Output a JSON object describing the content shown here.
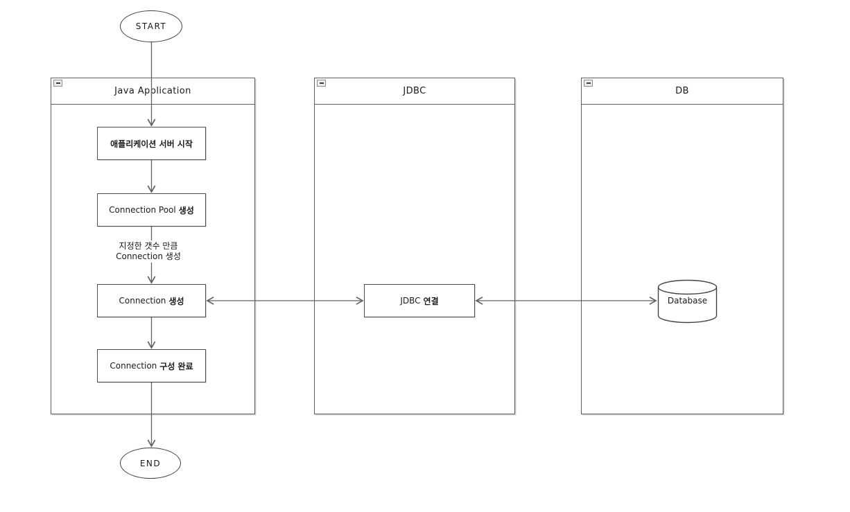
{
  "diagram": {
    "terminals": {
      "start": "START",
      "end": "END"
    },
    "lanes": [
      {
        "title": "Java Application"
      },
      {
        "title": "JDBC"
      },
      {
        "title": "DB"
      }
    ],
    "nodes": {
      "app_server_start": {
        "label": "애플리케이션 서버 시작"
      },
      "connection_pool": {
        "label_en": "Connection Pool",
        "label_ko": "생성"
      },
      "connection_create": {
        "label_en": "Connection",
        "label_ko": "생성"
      },
      "connection_done": {
        "label_en": "Connection",
        "label_ko": "구성 완료"
      },
      "jdbc_connect": {
        "label_en": "JDBC",
        "label_ko": "연결"
      },
      "database": {
        "label": "Database"
      }
    },
    "edge_labels": {
      "pool_to_create_line1": "지정한 갯수 만큼",
      "pool_to_create_line2": "Connection 생성"
    },
    "colors": {
      "shape_stroke": "#4d4d4d",
      "arrow_stroke": "#616161",
      "background": "#ffffff"
    }
  }
}
